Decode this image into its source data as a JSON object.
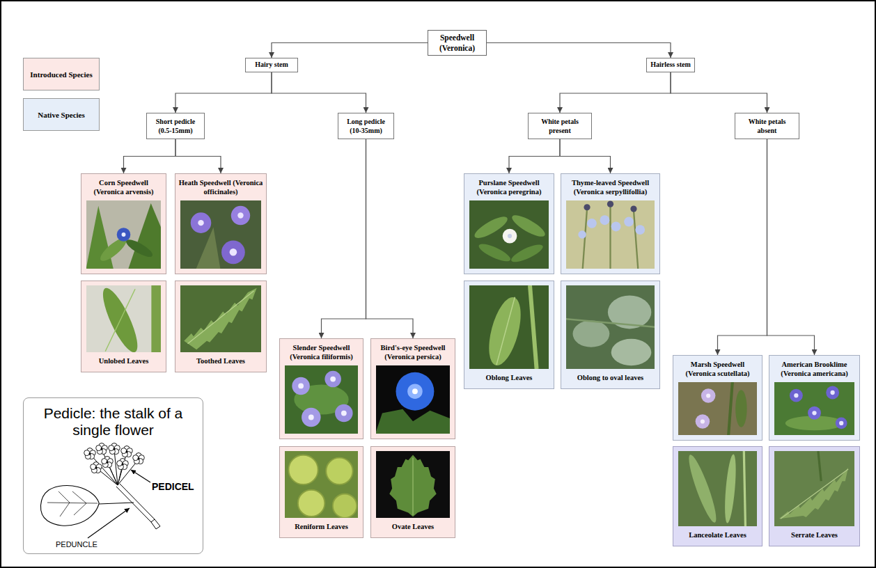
{
  "diagram": {
    "nodes": [
      {
        "text": [
          "Speedwell (Veronica)"
        ]
      },
      {
        "text": [
          "Hairy stem"
        ]
      },
      {
        "text": [
          "Hairless stem"
        ]
      },
      {
        "text": [
          "Short pedicle (0.5-15mm)"
        ]
      },
      {
        "text": [
          "Long pedicle (10-35mm)"
        ]
      },
      {
        "text": [
          "White petals present"
        ]
      },
      {
        "text": [
          "White petals absent"
        ]
      },
      {
        "text": [
          "Corn Speedwell (Veronica arvensis)"
        ]
      },
      {
        "text": [
          "Heath Speedwell (Veronica officinales)"
        ]
      },
      {
        "text": [
          "Unlobed Leaves"
        ]
      },
      {
        "text": [
          "Toothed Leaves"
        ]
      },
      {
        "text": [
          "Slender Speedwell (Veronica filiformis)"
        ]
      },
      {
        "text": [
          "Bird's-eye Speedwell (Veronica persica)"
        ]
      },
      {
        "text": [
          "Reniform Leaves"
        ]
      },
      {
        "text": [
          "Ovate Leaves"
        ]
      },
      {
        "text": [
          "Purslane Speedwell (Veronica peregrina)"
        ]
      },
      {
        "text": [
          "Thyme-leaved Speedwell (Veronica serpyllifollia)"
        ]
      },
      {
        "text": [
          "Oblong Leaves"
        ]
      },
      {
        "text": [
          "Oblong to oval leaves"
        ]
      },
      {
        "text": [
          "Marsh Speedwell (Veronica scutellata)"
        ]
      },
      {
        "text": [
          "American Brooklime (Veronica americana)"
        ]
      },
      {
        "text": [
          "Lanceolate Leaves"
        ]
      },
      {
        "text": [
          "Serrate Leaves"
        ]
      },
      {
        "text": [
          "Pedicle: the stalk of a single flower"
        ]
      }
    ],
    "edges": [
      {
        "from": 0,
        "to": 1,
        "arrow": "to"
      },
      {
        "from": 0,
        "to": 2,
        "arrow": "to"
      },
      {
        "from": 1,
        "to": 3,
        "arrow": "to"
      },
      {
        "from": 1,
        "to": 4,
        "arrow": "to"
      },
      {
        "from": 2,
        "to": 5,
        "arrow": "to"
      },
      {
        "from": 2,
        "to": 6,
        "arrow": "to"
      },
      {
        "from": 3,
        "to": 7,
        "arrow": "to"
      },
      {
        "from": 3,
        "to": 8,
        "arrow": "to"
      },
      {
        "from": 4,
        "to": 11,
        "arrow": "to"
      },
      {
        "from": 4,
        "to": 12,
        "arrow": "to"
      },
      {
        "from": 5,
        "to": 15,
        "arrow": "to"
      },
      {
        "from": 5,
        "to": 16,
        "arrow": "to"
      },
      {
        "from": 6,
        "to": 19,
        "arrow": "to"
      },
      {
        "from": 6,
        "to": 20,
        "arrow": "to"
      }
    ],
    "labels": [
      "PEDICEL",
      "PEDUNCLE"
    ],
    "legend": [
      {
        "text": "Introduced Species",
        "color": "#fce8e6"
      },
      {
        "text": "Native Species",
        "color": "#e6eef9"
      }
    ]
  }
}
